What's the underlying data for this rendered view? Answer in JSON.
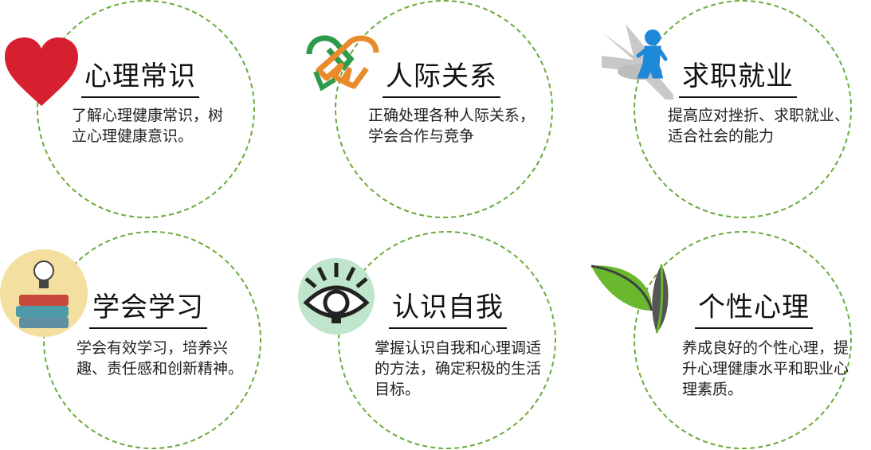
{
  "items": [
    {
      "title": "心理常识",
      "desc": "了解心理健康常识，树立心理健康意识。",
      "icon": "heart-icon",
      "color": "#d61f2f"
    },
    {
      "title": "人际关系",
      "desc": "正确处理各种人际关系，学会合作与竞争",
      "icon": "handshake-icon",
      "color": "#e98b2c"
    },
    {
      "title": "求职就业",
      "desc": "提高应对挫折、求职就业、适合社会的能力",
      "icon": "person-crossroads-icon",
      "color": "#1e88d8"
    },
    {
      "title": "学会学习",
      "desc": "学会有效学习，培养兴趣、责任感和创新精神。",
      "icon": "books-lightbulb-icon",
      "color": "#f3e0a0"
    },
    {
      "title": "认识自我",
      "desc": "掌握认识自我和心理调适的方法，确定积极的生活目标。",
      "icon": "eye-icon",
      "color": "#bfe6cc"
    },
    {
      "title": "个性心理",
      "desc": "养成良好的个性心理，提升心理健康水平和职业心理素质。",
      "icon": "leaves-icon",
      "color": "#6ab82e"
    }
  ],
  "dash_color": "#6aaa3a"
}
